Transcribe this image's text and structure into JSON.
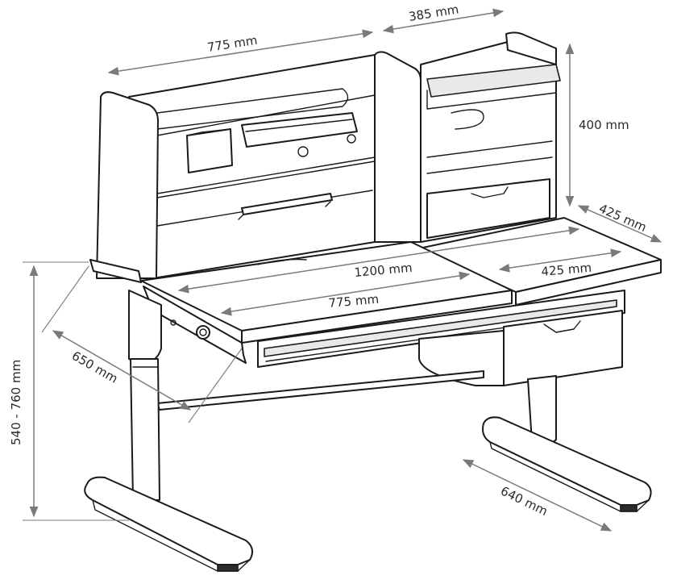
{
  "colors": {
    "line": "#1a1a1a",
    "dimension": "#7a7a7a",
    "text": "#2a2a2a",
    "background": "#ffffff"
  },
  "dimensions": {
    "hutch_main_width": "775 mm",
    "hutch_side_width": "385 mm",
    "hutch_height": "400 mm",
    "side_desk_depth": "425 mm",
    "total_width": "1200 mm",
    "main_desk_width": "775 mm",
    "side_desk_width": "425 mm",
    "desk_depth": "650 mm",
    "height_range": "540 - 760 mm",
    "base_depth": "640 mm"
  }
}
